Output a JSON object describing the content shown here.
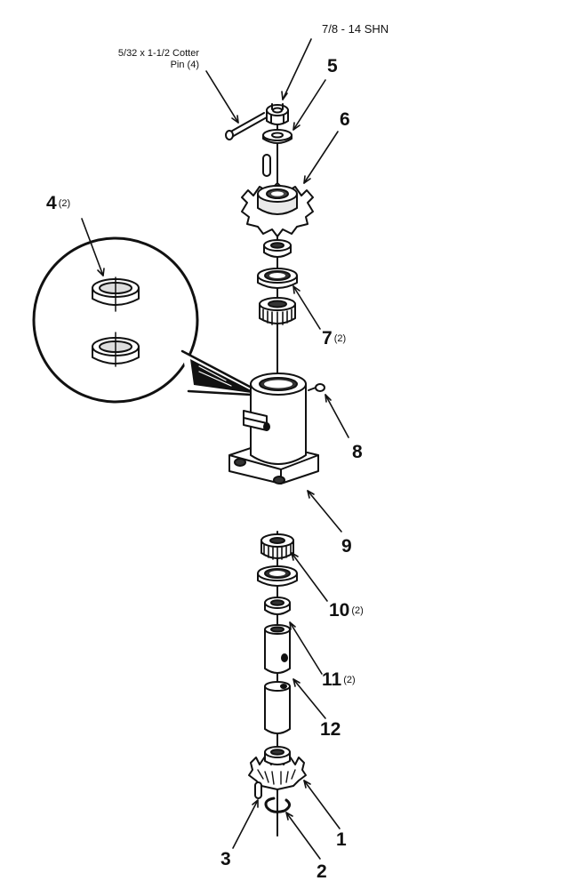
{
  "callouts": {
    "shn": "7/8 - 14 SHN",
    "cotter_line1": "5/32 x 1-1/2 Cotter",
    "cotter_line2": "Pin (4)",
    "p1": "1",
    "p2": "2",
    "p3": "3",
    "p4": "4",
    "p4_qty": "(2)",
    "p5": "5",
    "p6": "6",
    "p7": "7",
    "p7_qty": "(2)",
    "p8": "8",
    "p9": "9",
    "p10": "10",
    "p10_qty": "(2)",
    "p11": "11",
    "p11_qty": "(2)",
    "p12": "12"
  }
}
